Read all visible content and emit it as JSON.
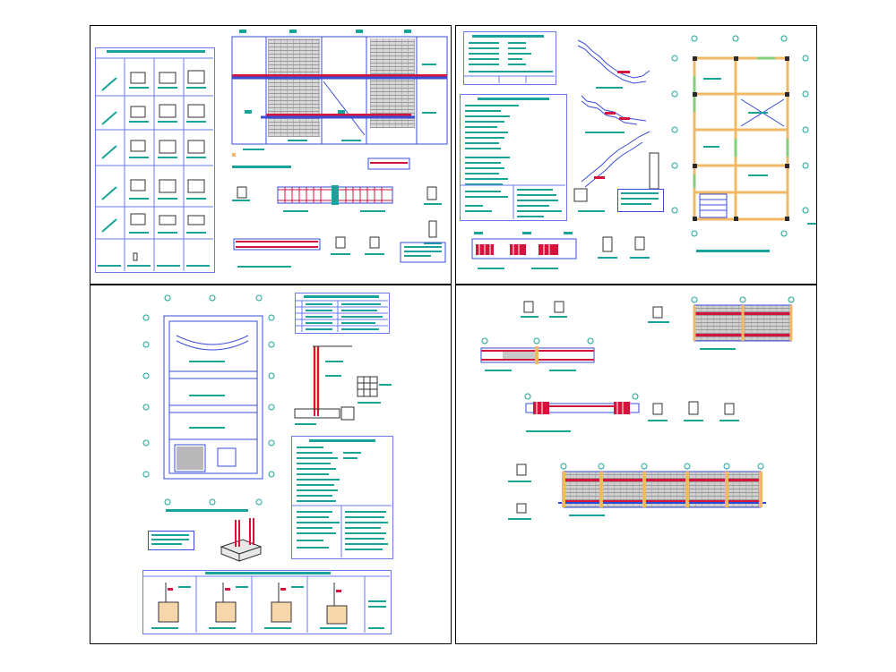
{
  "sheets": [
    {
      "id": "sheet-1"
    },
    {
      "id": "sheet-2"
    },
    {
      "id": "sheet-3"
    },
    {
      "id": "sheet-4"
    }
  ],
  "colors": {
    "annotation": "#1aa39a",
    "linework": "#3a4bd6",
    "rebar": "#d4143c",
    "beam": "#f2b866",
    "slab_hatch": "#c8c8c8",
    "column": "#7fd27a"
  }
}
